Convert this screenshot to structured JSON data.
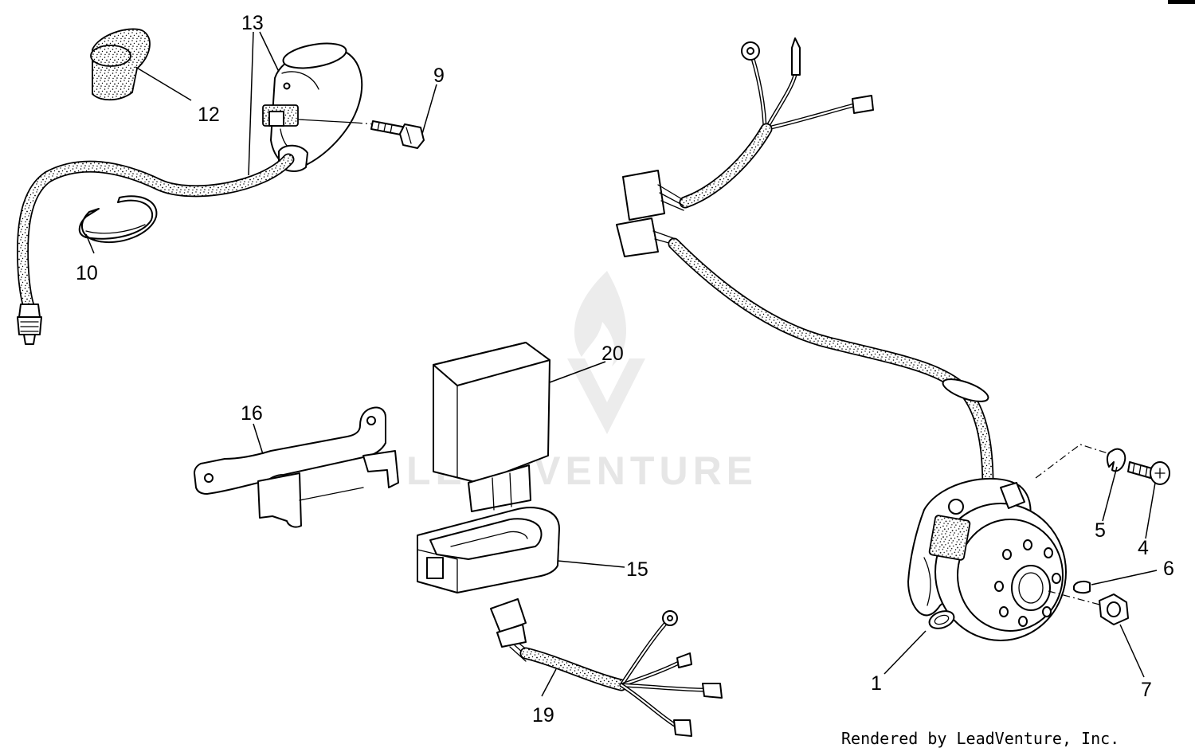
{
  "callouts": {
    "p1": "1",
    "p4": "4",
    "p5": "5",
    "p6": "6",
    "p7": "7",
    "p9": "9",
    "p10": "10",
    "p12": "12",
    "p13": "13",
    "p15": "15",
    "p16": "16",
    "p19": "19",
    "p20": "20"
  },
  "footer": {
    "credit": "Rendered by LeadVenture, Inc."
  },
  "watermark": {
    "text": "LEADVENTURE"
  }
}
